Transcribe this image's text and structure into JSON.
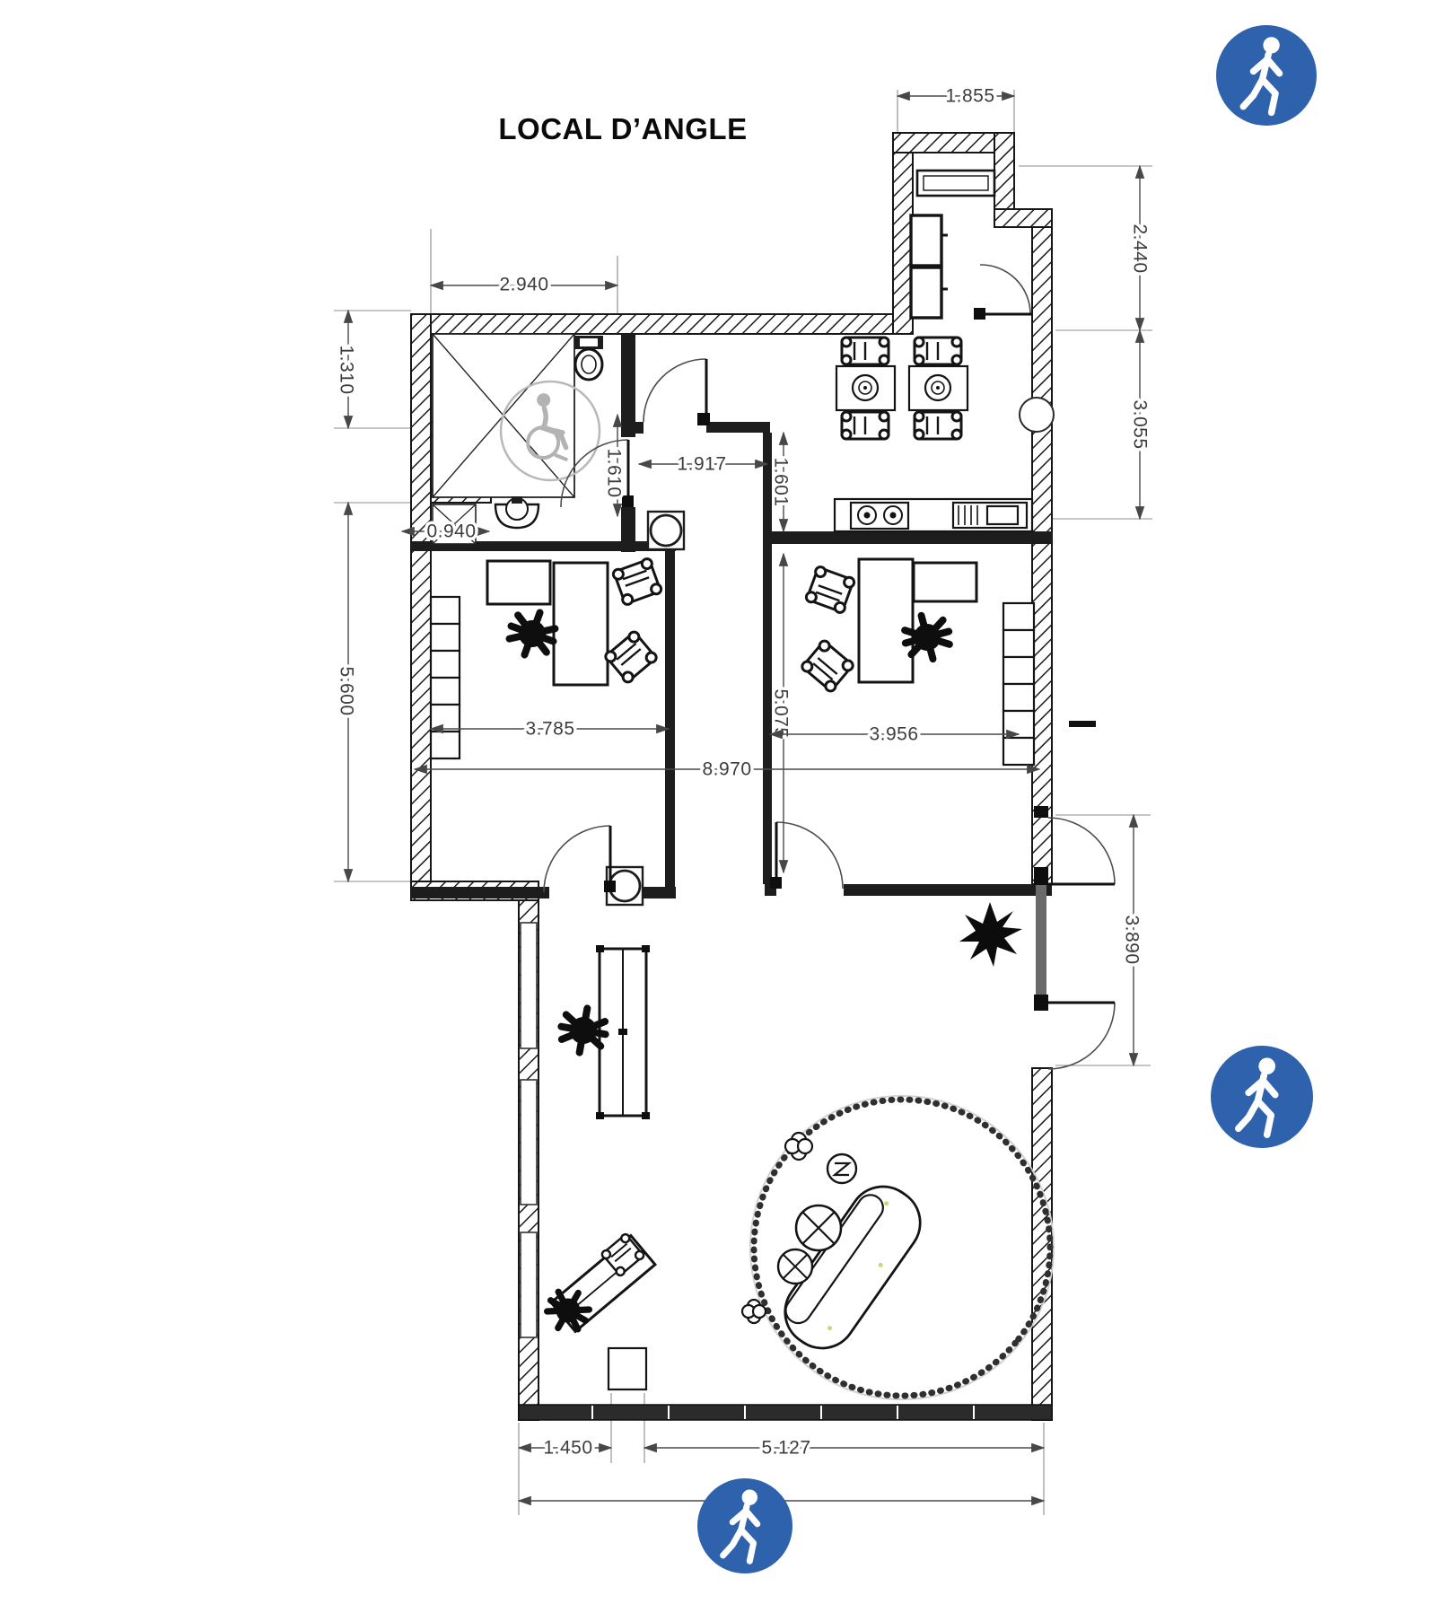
{
  "title": "LOCAL D’ANGLE",
  "plan": {
    "dimensions": {
      "vestibule_width": "1.855",
      "right_upper": "2.440",
      "right_mid": "3.055",
      "top_left_width": "2.940",
      "left_upper_height": "1.310",
      "shaft_width": "0.940",
      "wc_door_height": "1.610",
      "hall_width": "1.917",
      "kitchen_right_height": "1.601",
      "left_height": "5.600",
      "left_office_width": "3.785",
      "right_office_height": "5.075",
      "right_office_width": "3.956",
      "overall_interior_width": "8.970",
      "right_doors_height": "3.890",
      "storefront_left": "1.450",
      "storefront_right": "5.127"
    },
    "colors": {
      "pedestrian_blue": "#2e62ac",
      "wall_ink": "#1b1b1b",
      "dimension_gray": "#3d3d3d",
      "accessibility_gray": "#b9b9b9",
      "storefront_dark": "#2b2b2b"
    },
    "symbols": {
      "pedestrian": "pedestrian-walking-sign",
      "accessibility": "wheelchair-accessible-zone"
    }
  }
}
